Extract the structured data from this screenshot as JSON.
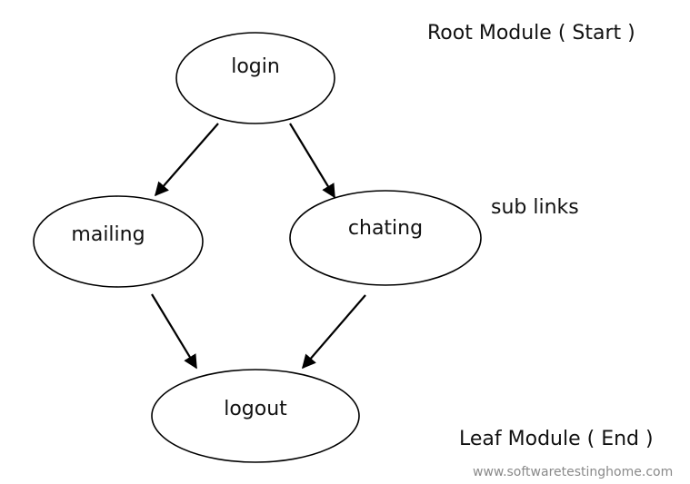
{
  "nodes": {
    "login": "login",
    "mailing": "mailing",
    "chating": "chating",
    "logout": "logout"
  },
  "annotations": {
    "root": "Root Module ( Start )",
    "sub": "sub links",
    "leaf": "Leaf Module ( End )"
  },
  "watermark": "www.softwaretestinghome.com"
}
